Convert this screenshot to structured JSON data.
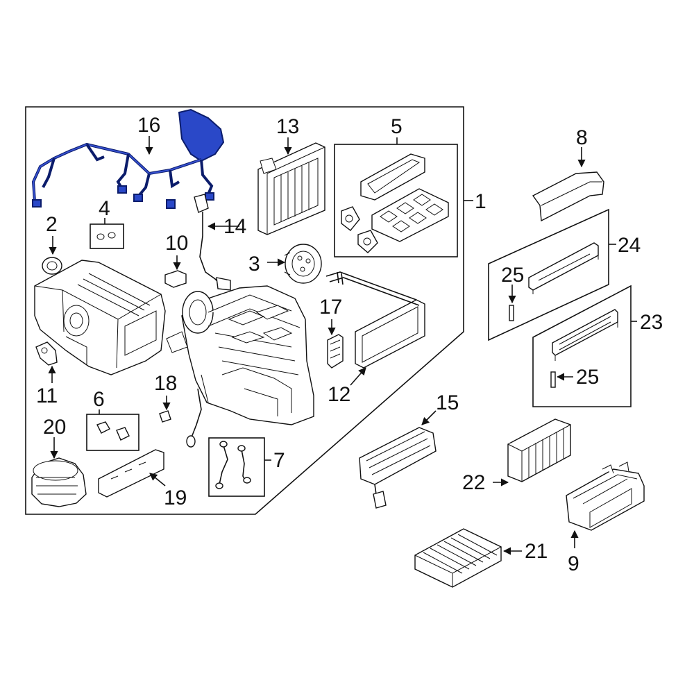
{
  "diagram": {
    "highlight_color": "#2a48c8",
    "callouts": [
      {
        "id": "c1",
        "text": "1"
      },
      {
        "id": "c2",
        "text": "2"
      },
      {
        "id": "c3",
        "text": "3"
      },
      {
        "id": "c4",
        "text": "4"
      },
      {
        "id": "c5",
        "text": "5"
      },
      {
        "id": "c6",
        "text": "6"
      },
      {
        "id": "c7",
        "text": "7"
      },
      {
        "id": "c8",
        "text": "8"
      },
      {
        "id": "c9",
        "text": "9"
      },
      {
        "id": "c10",
        "text": "10"
      },
      {
        "id": "c11",
        "text": "11"
      },
      {
        "id": "c12",
        "text": "12"
      },
      {
        "id": "c13",
        "text": "13"
      },
      {
        "id": "c14",
        "text": "14"
      },
      {
        "id": "c15",
        "text": "15"
      },
      {
        "id": "c16",
        "text": "16"
      },
      {
        "id": "c17",
        "text": "17"
      },
      {
        "id": "c18",
        "text": "18"
      },
      {
        "id": "c19",
        "text": "19"
      },
      {
        "id": "c20",
        "text": "20"
      },
      {
        "id": "c21",
        "text": "21"
      },
      {
        "id": "c22",
        "text": "22"
      },
      {
        "id": "c23",
        "text": "23"
      },
      {
        "id": "c24",
        "text": "24"
      },
      {
        "id": "c25a",
        "text": "25"
      },
      {
        "id": "c25b",
        "text": "25"
      }
    ]
  }
}
